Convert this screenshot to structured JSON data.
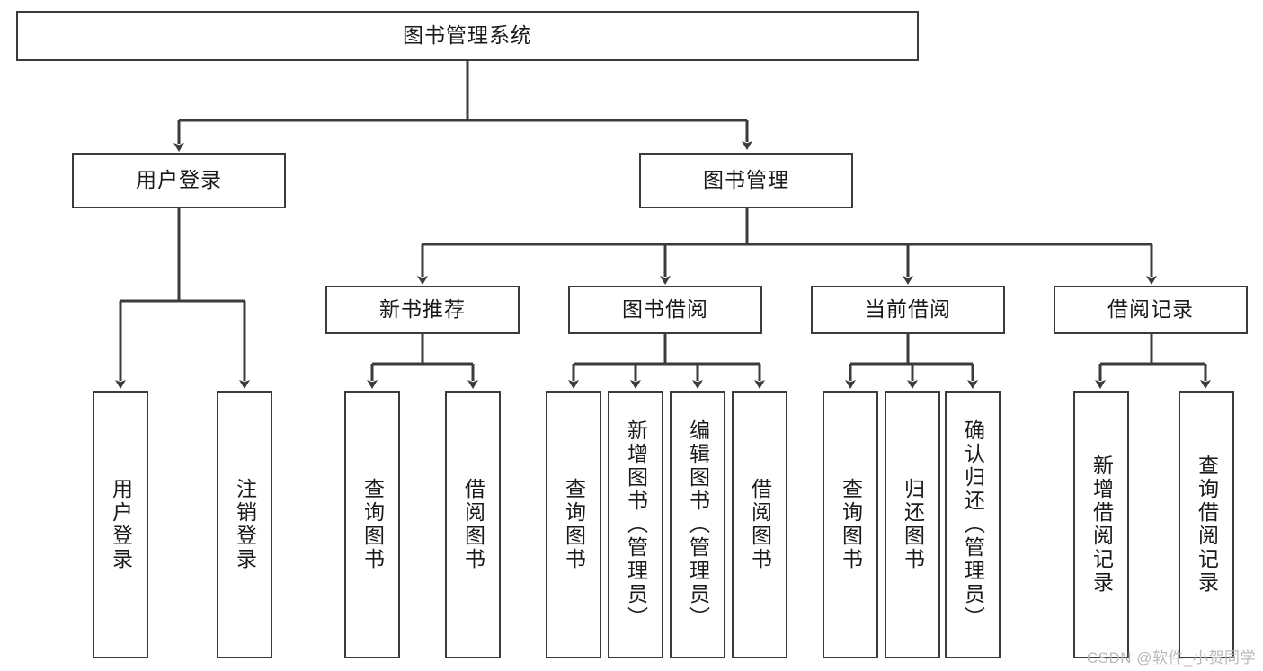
{
  "diagram": {
    "title": "图书管理系统",
    "type": "hierarchy-tree",
    "root": {
      "id": "root",
      "label": "图书管理系统"
    },
    "level1": [
      {
        "id": "user-login",
        "label": "用户登录"
      },
      {
        "id": "book-manage",
        "label": "图书管理"
      }
    ],
    "level2": [
      {
        "id": "new-book-recommend",
        "label": "新书推荐",
        "parent": "book-manage"
      },
      {
        "id": "book-borrow",
        "label": "图书借阅",
        "parent": "book-manage"
      },
      {
        "id": "current-borrow",
        "label": "当前借阅",
        "parent": "book-manage"
      },
      {
        "id": "borrow-record",
        "label": "借阅记录",
        "parent": "book-manage"
      }
    ],
    "leaves": {
      "user_login": [
        {
          "id": "leaf-user-login",
          "label": "用户登录"
        },
        {
          "id": "leaf-user-logout",
          "label": "注销登录"
        }
      ],
      "new_book_recommend": [
        {
          "id": "leaf-query-book-1",
          "label": "查询图书"
        },
        {
          "id": "leaf-borrow-book-1",
          "label": "借阅图书"
        }
      ],
      "book_borrow": [
        {
          "id": "leaf-query-book-2",
          "label": "查询图书"
        },
        {
          "id": "leaf-add-book",
          "label": "新增图书（管理员）"
        },
        {
          "id": "leaf-edit-book",
          "label": "编辑图书（管理员）"
        },
        {
          "id": "leaf-borrow-book-2",
          "label": "借阅图书"
        }
      ],
      "current_borrow": [
        {
          "id": "leaf-query-book-3",
          "label": "查询图书"
        },
        {
          "id": "leaf-return-book",
          "label": "归还图书"
        },
        {
          "id": "leaf-confirm-return",
          "label": "确认归还（管理员）"
        }
      ],
      "borrow_record": [
        {
          "id": "leaf-add-record",
          "label": "新增借阅记录"
        },
        {
          "id": "leaf-query-record",
          "label": "查询借阅记录"
        }
      ]
    },
    "colors": {
      "stroke": "#3b3b3b",
      "fill": "#ffffff",
      "text": "#1a1a1a",
      "watermark": "#b9b9b9"
    }
  },
  "watermark": {
    "text": "CSDN @软件_小贺同学"
  }
}
